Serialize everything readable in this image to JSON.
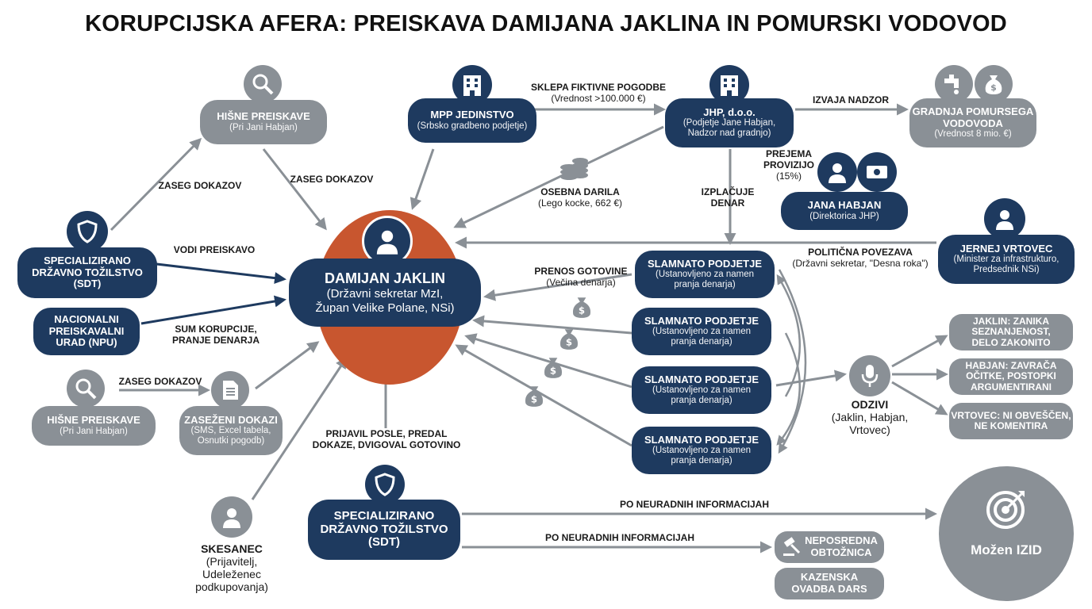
{
  "title": "KORUPCIJSKA AFERA: PREISKAVA DAMIJANA JAKLINA IN POMURSKI VODOVOD",
  "colors": {
    "navy": "#1e3a5f",
    "gray": "#8a9096",
    "orange": "#c8562f",
    "arrow": "#8a9096",
    "dark_arrow": "#1e3a5f"
  },
  "nodes": {
    "hisne_top": {
      "title": "HIŠNE PREISKAVE",
      "sub": "(Pri Jani Habjan)"
    },
    "mpp": {
      "title": "MPP JEDINSTVO",
      "sub": "(Srbsko gradbeno podjetje)"
    },
    "jhp": {
      "title": "JHP, d.o.o.",
      "sub1": "(Podjetje Jane Habjan,",
      "sub2": "Nadzor nad gradnjo)"
    },
    "gradnja": {
      "title1": "GRADNJA POMURSEGA",
      "title2": "VODOVODA",
      "sub": "(Vrednost 8 mio. €)"
    },
    "jana": {
      "title": "JANA HABJAN",
      "sub": "(Direktorica JHP)"
    },
    "jernej": {
      "title": "JERNEJ VRTOVEC",
      "sub1": "(Minister za infrastrukturo,",
      "sub2": "Predsednik NSi)"
    },
    "sdt_left": {
      "t1": "SPECIALIZIRANO",
      "t2": "DRŽAVNO TOŽILSTVO",
      "t3": "(SDT)"
    },
    "npu": {
      "t1": "NACIONALNI",
      "t2": "PREISKAVALNI",
      "t3": "URAD (NPU)"
    },
    "hisne_bottom": {
      "title": "HIŠNE PREISKAVE",
      "sub": "(Pri Jani Habjan)"
    },
    "dokazi": {
      "title": "ZASEŽENI DOKAZI",
      "sub1": "(SMS, Excel tabela,",
      "sub2": "Osnutki pogodb)"
    },
    "center": {
      "title": "DAMIJAN JAKLIN",
      "sub1": "(Državni sekretar MzI,",
      "sub2": "Župan Velike Polane, NSi)"
    },
    "slamnato": [
      {
        "title": "SLAMNATO PODJETJE",
        "sub1": "(Ustanovljeno za namen",
        "sub2": "pranja denarja)"
      },
      {
        "title": "SLAMNATO PODJETJE",
        "sub1": "(Ustanovljeno za namen",
        "sub2": "pranja denarja)"
      },
      {
        "title": "SLAMNATO PODJETJE",
        "sub1": "(Ustanovljeno za namen",
        "sub2": "pranja denarja)"
      },
      {
        "title": "SLAMNATO PODJETJE",
        "sub1": "(Ustanovljeno za namen",
        "sub2": "pranja denarja)"
      }
    ],
    "sdt_bottom": {
      "t1": "SPECIALIZIRANO",
      "t2": "DRŽAVNO TOŽILSTVO",
      "t3": "(SDT)"
    },
    "skesanec": {
      "t1": "SKESANEC",
      "s1": "(Prijavitelj,",
      "s2": "Udeleženec",
      "s3": "podkupovanja)"
    },
    "odzivi": {
      "t1": "ODZIVI",
      "s1": "(Jaklin, Habjan,",
      "s2": "Vrtovec)"
    },
    "resp1": {
      "t1": "JAKLIN: ZANIKA",
      "t2": "SEZNANJENOST,",
      "t3": "DELO ZAKONITO"
    },
    "resp2": {
      "t1": "HABJAN: ZAVRAČA",
      "t2": "OČITKE, POSTOPKI",
      "t3": "ARGUMENTIRANI"
    },
    "resp3": {
      "t1": "VRTOVEC: NI OBVEŠČEN,",
      "t2": "NE KOMENTIRA"
    },
    "obtoznica": {
      "t1": "NEPOSREDNA",
      "t2": "OBTOŽNICA"
    },
    "ovadba": {
      "t1": "KAZENSKA",
      "t2": "OVADBA DARS"
    },
    "izid": {
      "title": "Možen IZID"
    }
  },
  "labels": {
    "sklepa": {
      "b": "SKLEPA FIKTIVNE POGODBE",
      "s": "(Vrednost >100.000 €)"
    },
    "nadzor": {
      "b": "IZVAJA NADZOR"
    },
    "provizijo": {
      "b1": "PREJEMA",
      "b2": "PROVIZIJO",
      "s": "(15%)"
    },
    "darila": {
      "b": "OSEBNA DARILA",
      "s": "(Lego kocke, 662 €)"
    },
    "izplacuje": {
      "b1": "IZPLAČUJE",
      "b2": "DENAR"
    },
    "povezava": {
      "b": "POLITIČNA POVEZAVA",
      "s": "(Državni sekretar, \"Desna roka\")"
    },
    "zaseg_left": {
      "b": "ZASEG DOKAZOV"
    },
    "zaseg_right": {
      "b": "ZASEG DOKAZOV"
    },
    "vodi": {
      "b": "VODI PREISKAVO"
    },
    "sum": {
      "b1": "SUM KORUPCIJE,",
      "b2": "PRANJE DENARJA"
    },
    "zaseg_bottom": {
      "b": "ZASEG DOKAZOV"
    },
    "prenos": {
      "b": "PRENOS GOTOVINE",
      "s": "(Večina denarja)"
    },
    "prijavil": {
      "b1": "PRIJAVIL POSLE, PREDAL",
      "b2": "DOKAZE, DVIGOVAL GOTOVINO"
    },
    "neuradne1": {
      "b": "PO NEURADNIH INFORMACIJAH"
    },
    "neuradne2": {
      "b": "PO NEURADNIH INFORMACIJAH"
    }
  },
  "icons": [
    "magnifier-icon",
    "building-icon",
    "faucet-icon",
    "money-bag-icon",
    "woman-icon",
    "cash-icon",
    "coins-icon",
    "person-icon",
    "shield-icon",
    "document-icon",
    "microphone-icon",
    "gavel-icon",
    "target-icon"
  ]
}
